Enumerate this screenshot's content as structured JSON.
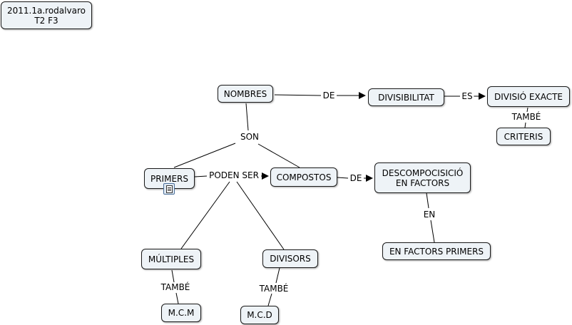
{
  "source_box": {
    "line1": "2011.1a.rodalvaro",
    "line2": "T2 F3"
  },
  "nodes": {
    "nombres": "NOMBRES",
    "divisibilitat": "DIVISIBILITAT",
    "divisio_exacte": "DIVISIÓ EXACTE",
    "criteris": "CRITERIS",
    "primers": "PRIMERS",
    "compostos": "COMPOSTOS",
    "descomposicio": "DESCOMPOCISICIÓ\nEN FACTORS",
    "en_factors_primers": "EN FACTORS PRIMERS",
    "multiples": "MÚLTIPLES",
    "divisors": "DIVISORS",
    "mcm": "M.C.M",
    "mcd": "M.C.D"
  },
  "links": {
    "de_1": "DE",
    "es": "ES",
    "tambe_1": "TAMBÉ",
    "son": "SON",
    "poden_ser": "PODEN SER",
    "de_2": "DE",
    "en": "EN",
    "tambe_2": "TAMBÉ",
    "tambe_3": "TAMBÉ"
  },
  "icons": {
    "resource": "document-icon"
  }
}
